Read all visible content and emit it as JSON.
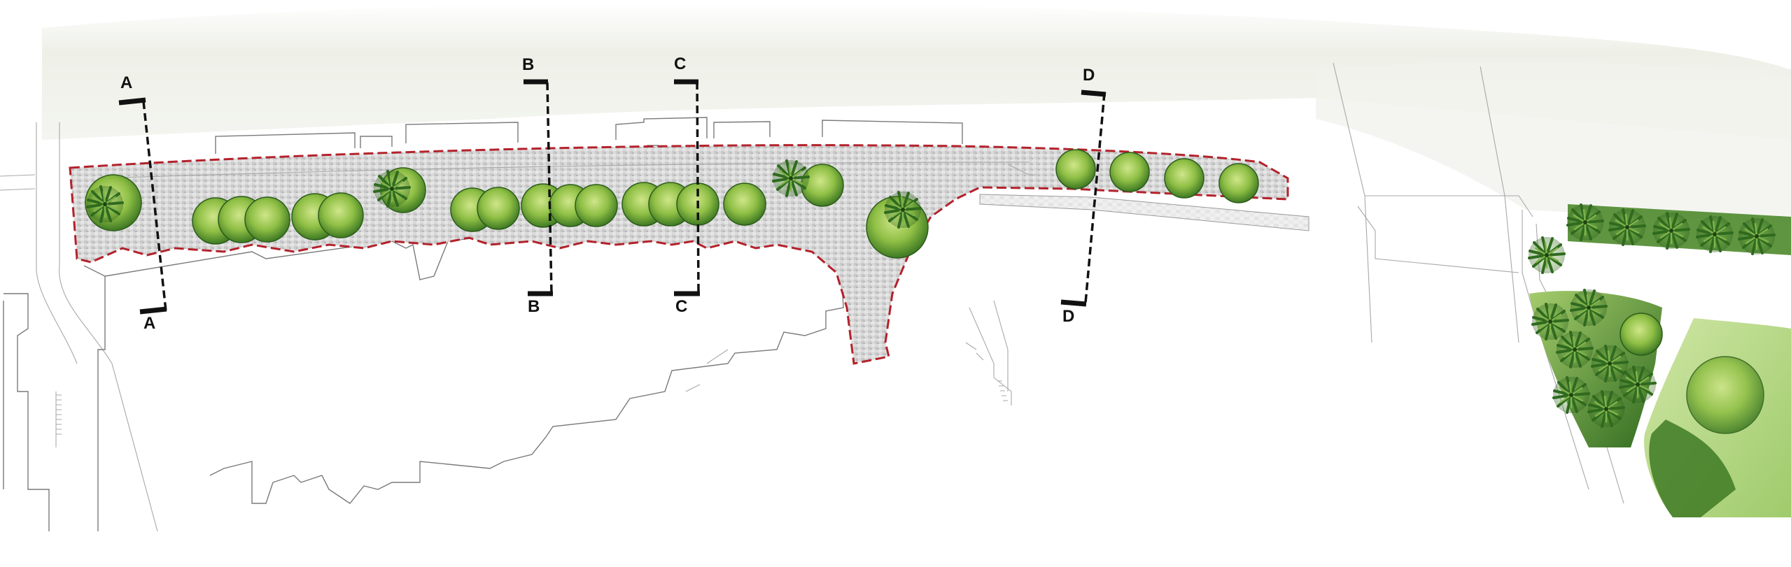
{
  "section_cuts": [
    {
      "id": "A",
      "label_top": "A",
      "label_bottom": "A"
    },
    {
      "id": "B",
      "label_top": "B",
      "label_bottom": "B"
    },
    {
      "id": "C",
      "label_top": "C",
      "label_bottom": "C"
    },
    {
      "id": "D",
      "label_top": "D",
      "label_bottom": "D"
    }
  ],
  "colors": {
    "boundary": "#b3222b",
    "paving": "#d6d6d6",
    "tree_light": "#b9d86a",
    "tree_dark": "#3f7a24",
    "lawn": "#b7d98a",
    "haze": "#e9ece2"
  },
  "icons": [
    "tree-canopy-icon",
    "palm-tree-icon"
  ]
}
